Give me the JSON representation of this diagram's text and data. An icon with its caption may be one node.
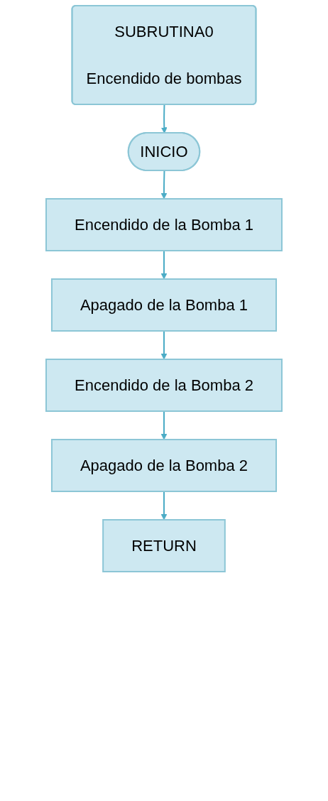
{
  "diagram": {
    "nodes": [
      {
        "text": [
          "SUBRUTINA0",
          "Encendido de bombas"
        ]
      },
      {
        "text": [
          "INICIO"
        ]
      },
      {
        "text": [
          "Encendido de la Bomba 1"
        ]
      },
      {
        "text": [
          "Apagado de la Bomba 1"
        ]
      },
      {
        "text": [
          "Encendido de la Bomba 2"
        ]
      },
      {
        "text": [
          "Apagado de la Bomba 2"
        ]
      },
      {
        "text": [
          "RETURN"
        ]
      }
    ],
    "edges": [
      {
        "from": 0,
        "to": 1,
        "arrow": "to"
      },
      {
        "from": 1,
        "to": 2,
        "arrow": "to"
      },
      {
        "from": 2,
        "to": 3,
        "arrow": "to"
      },
      {
        "from": 3,
        "to": 4,
        "arrow": "to"
      },
      {
        "from": 4,
        "to": 5,
        "arrow": "to"
      },
      {
        "from": 5,
        "to": 6,
        "arrow": "to"
      }
    ]
  }
}
